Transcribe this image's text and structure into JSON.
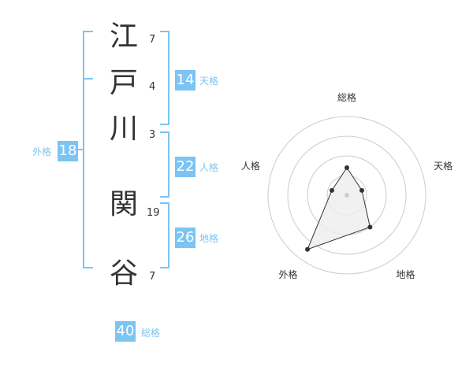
{
  "name": {
    "characters": [
      "江",
      "戸",
      "川",
      "関",
      "谷"
    ],
    "strokes": [
      "7",
      "4",
      "3",
      "19",
      "7"
    ]
  },
  "fortunes": {
    "tenkaku": {
      "value": "14",
      "label": "天格"
    },
    "jinkaku": {
      "value": "22",
      "label": "人格"
    },
    "chikaku": {
      "value": "26",
      "label": "地格"
    },
    "gaikaku": {
      "value": "18",
      "label": "外格"
    },
    "soukaku": {
      "value": "40",
      "label": "総格"
    }
  },
  "radar": {
    "axes": [
      "総格",
      "天格",
      "地格",
      "外格",
      "人格"
    ],
    "levels": 4,
    "values": [
      0.35,
      0.2,
      0.5,
      0.85,
      0.2
    ],
    "colors": {
      "grid": "#cccccc",
      "fill": "#eeeeee",
      "line": "#333333",
      "point": "#333333",
      "center": "#cccccc"
    }
  },
  "colors": {
    "accent": "#7cc4f4",
    "bracket": "#7cc4f4",
    "text": "#333333"
  }
}
